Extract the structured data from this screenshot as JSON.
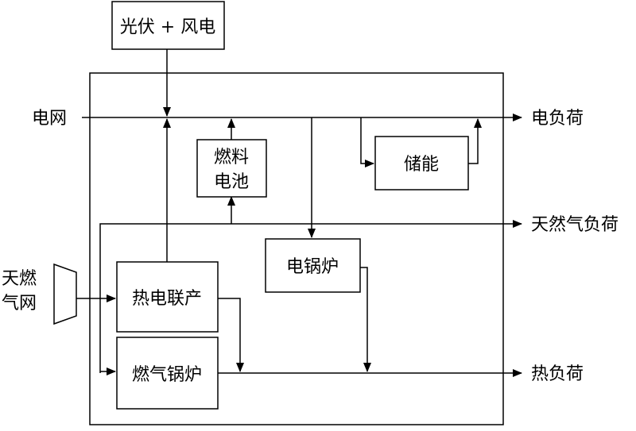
{
  "diagram": {
    "blocks": {
      "pv_wind": "光伏 + 风电",
      "fuel_cell_line1": "燃料",
      "fuel_cell_line2": "电池",
      "storage": "储能",
      "electric_boiler": "电锅炉",
      "chp": "热电联产",
      "gas_boiler": "燃气锅炉"
    },
    "inputs": {
      "grid": "电网",
      "gas_network_line1": "天燃",
      "gas_network_line2": "气网"
    },
    "outputs": {
      "electric_load": "电负荷",
      "gas_load": "天然气负荷",
      "heat_load": "热负荷"
    }
  }
}
